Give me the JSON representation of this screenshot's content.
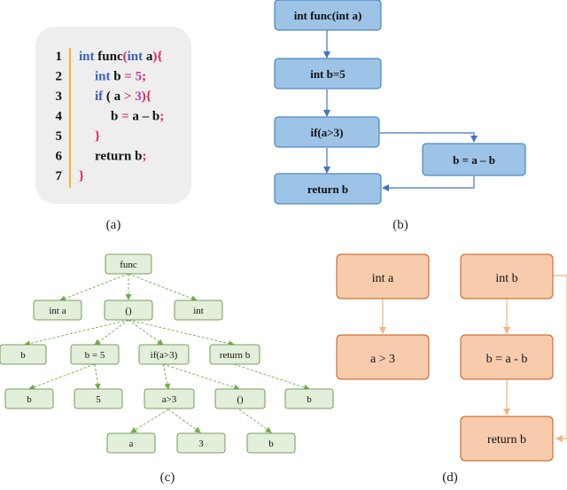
{
  "code": {
    "lines": [
      {
        "num": "1",
        "tokens": [
          {
            "t": "int",
            "c": "kw"
          },
          {
            "t": " func",
            "c": "plain"
          },
          {
            "t": "(",
            "c": "punct"
          },
          {
            "t": "int",
            "c": "kw"
          },
          {
            "t": " a",
            "c": "plain"
          },
          {
            "t": "){",
            "c": "punct"
          }
        ]
      },
      {
        "num": "2",
        "tokens": [
          {
            "t": "int",
            "c": "kw"
          },
          {
            "t": " b ",
            "c": "plain"
          },
          {
            "t": "=",
            "c": "punct"
          },
          {
            "t": " 5",
            "c": "num"
          },
          {
            "t": ";",
            "c": "punct"
          }
        ]
      },
      {
        "num": "3",
        "tokens": [
          {
            "t": "if",
            "c": "kw"
          },
          {
            "t": " ( a ",
            "c": "plain"
          },
          {
            "t": ">",
            "c": "punct"
          },
          {
            "t": " 3",
            "c": "num"
          },
          {
            "t": "){",
            "c": "punct"
          }
        ]
      },
      {
        "num": "4",
        "tokens": [
          {
            "t": "b ",
            "c": "plain"
          },
          {
            "t": "=",
            "c": "punct"
          },
          {
            "t": " a – b",
            "c": "plain"
          },
          {
            "t": ";",
            "c": "punct"
          }
        ]
      },
      {
        "num": "5",
        "tokens": [
          {
            "t": "}",
            "c": "punct"
          }
        ]
      },
      {
        "num": "6",
        "tokens": [
          {
            "t": "return",
            "c": "plain"
          },
          {
            "t": " b",
            "c": "plain"
          },
          {
            "t": ";",
            "c": "punct"
          }
        ]
      },
      {
        "num": "7",
        "tokens": [
          {
            "t": "}",
            "c": "punct"
          }
        ]
      }
    ],
    "colors": {
      "kw": "#3b5fc9",
      "plain": "#111111",
      "punct": "#e0245e",
      "num": "#c03aa8",
      "gutter": "#f2b534"
    }
  },
  "flow": {
    "nodes": {
      "n1": "int func(int a)",
      "n2": "int b=5",
      "n3": "if(a>3)",
      "n4": "return b",
      "n5": "b = a – b"
    },
    "colors": {
      "fill": "#9dc3e6",
      "stroke": "#2e75b6",
      "edge": "#4472c4"
    }
  },
  "ast": {
    "nodes": {
      "root": "func",
      "inta": "int a",
      "paren": "()",
      "int": "int",
      "b": "b",
      "b5": "b = 5",
      "ifa": "if(a>3)",
      "retb": "return b",
      "leafb": "b",
      "leaf5": "5",
      "agt3": "a>3",
      "paren2": "()",
      "leafb2": "b",
      "a": "a",
      "three": "3",
      "b3": "b"
    },
    "colors": {
      "fill": "#e2efda",
      "stroke": "#548235",
      "edge": "#70ad47"
    }
  },
  "pdg": {
    "nodes": {
      "inta": "int a",
      "agt3": "a > 3",
      "intb": "int b",
      "bab": "b = a - b",
      "retb": "return b"
    },
    "colors": {
      "fill": "#f8cbad",
      "stroke": "#c55a11",
      "edge": "#f4b183"
    }
  },
  "captions": {
    "a": "(a)",
    "b": "(b)",
    "c": "(c)",
    "d": "(d)"
  }
}
